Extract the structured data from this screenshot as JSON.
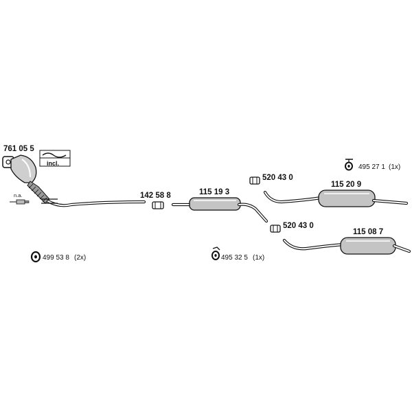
{
  "parts": {
    "catalyst": "761 05 5",
    "catalyst_kit_badge": "incl.",
    "sensor_note": "n.a.",
    "clamp_1": "142 58 8",
    "front_silencer": "115 19 3",
    "clamp_upper": "520 43 0",
    "clamp_lower": "520 43 0",
    "rear_silencer_upper": "115 20 9",
    "rear_silencer_lower": "115 08 7"
  },
  "hangers": {
    "h1_number": "499 53 8",
    "h1_qty": "(2x)",
    "h2_number": "495 32 5",
    "h2_qty": "(1x)",
    "h3_number": "495 27 1",
    "h3_qty": "(1x)"
  }
}
